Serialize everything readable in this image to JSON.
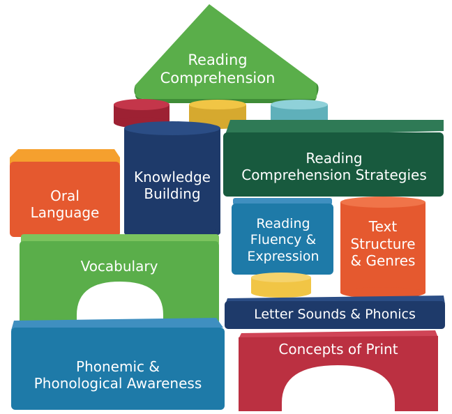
{
  "colors": {
    "green": "#5aae4a",
    "dark_navy": "#1e3a6a",
    "dark_green": "#185a3e",
    "orange": "#e5592f",
    "red": "#bb3041",
    "blue": "#1e7aa8",
    "yellow": "#f1c545",
    "light_teal": "#7dc6cf"
  },
  "blocks": {
    "reading_comprehension": "Reading\nComprehension",
    "knowledge_building": "Knowledge\nBuilding",
    "reading_comprehension_strategies": "Reading\nComprehension Strategies",
    "oral_language": "Oral\nLanguage",
    "reading_fluency": "Reading\nFluency &\nExpression",
    "text_structure": "Text\nStructure\n& Genres",
    "vocabulary": "Vocabulary",
    "letter_sounds": "Letter Sounds & Phonics",
    "phonemic_awareness": "Phonemic &\nPhonological Awareness",
    "concepts_of_print": "Concepts of Print"
  }
}
